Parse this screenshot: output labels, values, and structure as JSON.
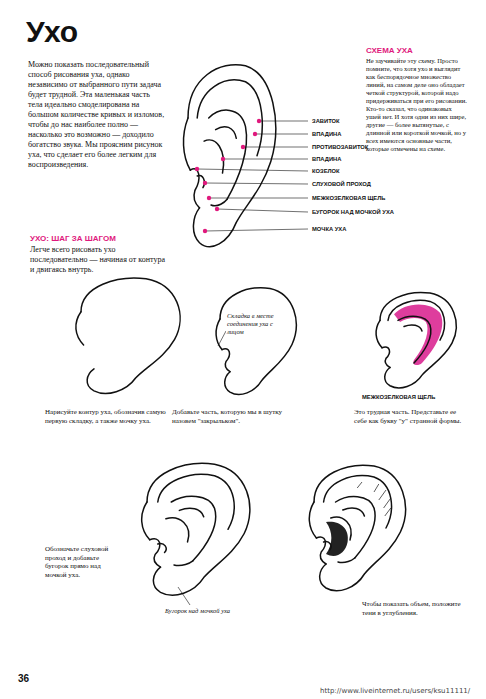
{
  "diagram": {
    "title": "Ухо",
    "labels": [
      "Можно показать последовательный способ рисования уха, однако независимо от выбранного пути задача будет трудной. Эта маленькая часть тела идеально смоделирована на большом количестве кривых и изломов, чтобы до нас наиболее полно — насколько это возможно — доходило богатство звука. Мы проясним рисунок уха, что сделает его более легким для воспроизведения.",
      "СХЕМА УХА",
      "Не заучивайте эту схему. Просто помните, что хотя ухо и выглядит как беспорядочное множество линий, на самом деле оно обладает четкой структурой, которой надо придерживаться при его рисовании. Кто-то сказал, что одинаковых ушей нет. И хотя одни из них шире, другие — более вытянутые, с длинной или короткой мочкой, но у всех имеются основные части, которые отмечены на схеме.",
      "ЗАВИТОК",
      "ВПАДИНА",
      "ПРОТИВОЗАВИТОК",
      "ВПАДИНА",
      "КОЗЕЛОК",
      "СЛУХОВОЙ ПРОХОД",
      "МЕЖКОЗЕЛКОВАЯ ЩЕЛЬ",
      "БУГОРОК НАД МОЧКОЙ УХА",
      "МОЧКА УХА",
      "УХО: ШАГ ЗА ШАГОМ",
      "Легче всего рисовать ухо последовательно — начиная от контура и двигаясь внутрь.",
      "Складка в месте соединения уха с лицом",
      "Нарисуйте контур уха, обозначив самую первую складку, а также мочку уха.",
      "Добавьте часть, которую мы в шутку назовем \"закрыльком\".",
      "Это трудная часть. Представьте ее себе как букву \"у\" странной формы.",
      "МЕЖКОЗЕЛКОВАЯ ЩЕЛЬ",
      "Обозначьте слуховой проход и добавьте бугорок прямо над мочкой уха.",
      "Бугорок над мочкой уха",
      "Чтобы показать объем, положите тени в углубления.",
      "36",
      "http://www.liveinternet.ru/users/ksu11111/"
    ]
  }
}
